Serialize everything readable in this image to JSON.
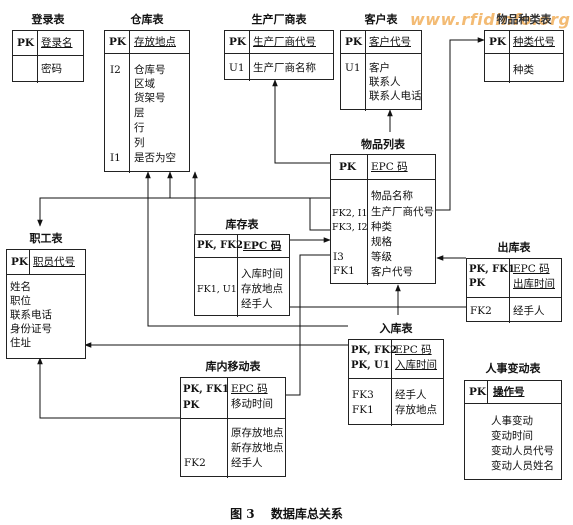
{
  "watermark": "www.rfidinfo.org",
  "caption": {
    "figure": "图 3",
    "title": "数据库总关系"
  },
  "tables": {
    "login": {
      "title": "登录表",
      "pk": "PK",
      "pk_field": "登录名",
      "fields": [
        "密码"
      ]
    },
    "warehouse": {
      "title": "仓库表",
      "pk": "PK",
      "pk_field": "存放地点",
      "keys": [
        "I2",
        "I1"
      ],
      "fields": [
        "仓库号",
        "区域",
        "货架号",
        "层",
        "行",
        "列",
        "是否为空"
      ]
    },
    "manufacturer": {
      "title": "生产厂商表",
      "pk": "PK",
      "pk_field": "生产厂商代号",
      "keys": [
        "U1"
      ],
      "fields": [
        "生产厂商名称"
      ]
    },
    "customer": {
      "title": "客户表",
      "pk": "PK",
      "pk_field": "客户代号",
      "keys": [
        "U1"
      ],
      "fields": [
        "客户",
        "联系人",
        "联系人电话"
      ]
    },
    "category": {
      "title": "物品种类表",
      "pk": "PK",
      "pk_field": "种类代号",
      "fields": [
        "种类"
      ]
    },
    "goods": {
      "title": "物品列表",
      "pk": "PK",
      "pk_field": "EPC 码",
      "keys": [
        "FK2, I1",
        "FK3, I2",
        "I3",
        "FK1"
      ],
      "fields": [
        "物品名称",
        "生产厂商代号",
        "种类",
        "规格",
        "等级",
        "客户代号"
      ]
    },
    "inventory": {
      "title": "库存表",
      "pk": "PK, FK2",
      "pk_field": "EPC 码",
      "keys": [
        "FK1, U1"
      ],
      "fields": [
        "入库时间",
        "存放地点",
        "经手人"
      ]
    },
    "employee": {
      "title": "职工表",
      "pk": "PK",
      "pk_field": "职员代号",
      "fields": [
        "姓名",
        "职位",
        "联系电话",
        "身份证号",
        "住址"
      ]
    },
    "outbound": {
      "title": "出库表",
      "pk_keys": [
        "PK, FK1",
        "PK"
      ],
      "pk_fields": [
        "EPC 码",
        "出库时间"
      ],
      "keys": [
        "FK2"
      ],
      "fields": [
        "经手人"
      ]
    },
    "inbound": {
      "title": "入库表",
      "pk_keys": [
        "PK, FK2",
        "PK, U1"
      ],
      "pk_fields": [
        "EPC 码",
        "入库时间"
      ],
      "keys": [
        "FK3",
        "FK1"
      ],
      "fields": [
        "经手人",
        "存放地点"
      ]
    },
    "transfer": {
      "title": "库内移动表",
      "pk_keys": [
        "PK, FK1",
        "PK"
      ],
      "pk_fields": [
        "EPC 码",
        "移动时间"
      ],
      "keys": [
        "FK2"
      ],
      "fields": [
        "原存放地点",
        "新存放地点",
        "经手人"
      ]
    },
    "personnel": {
      "title": "人事变动表",
      "pk": "PK",
      "pk_field": "操作号",
      "fields": [
        "人事变动",
        "变动时间",
        "变动人员代号",
        "变动人员姓名"
      ]
    }
  }
}
